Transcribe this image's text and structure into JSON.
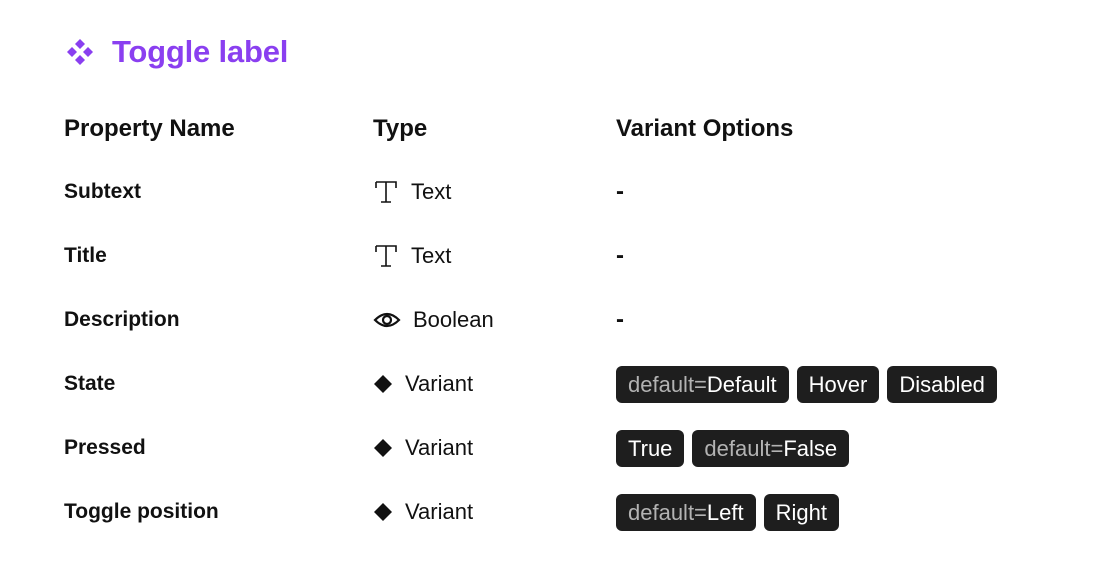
{
  "header": {
    "title": "Toggle label",
    "icon": "component-icon",
    "accent_color": "#8a3ff0"
  },
  "table": {
    "columns": [
      "Property Name",
      "Type",
      "Variant Options"
    ],
    "rows": [
      {
        "name": "Subtext",
        "type_icon": "text-type-icon",
        "type": "Text",
        "options_text": "-"
      },
      {
        "name": "Title",
        "type_icon": "text-type-icon",
        "type": "Text",
        "options_text": "-"
      },
      {
        "name": "Description",
        "type_icon": "eye-icon",
        "type": "Boolean",
        "options_text": "-"
      },
      {
        "name": "State",
        "type_icon": "diamond-icon",
        "type": "Variant",
        "options": [
          {
            "prefix": "default=",
            "label": "Default"
          },
          {
            "prefix": "",
            "label": "Hover"
          },
          {
            "prefix": "",
            "label": "Disabled"
          }
        ]
      },
      {
        "name": "Pressed",
        "type_icon": "diamond-icon",
        "type": "Variant",
        "options": [
          {
            "prefix": "",
            "label": "True"
          },
          {
            "prefix": "default=",
            "label": "False"
          }
        ]
      },
      {
        "name": "Toggle position",
        "type_icon": "diamond-icon",
        "type": "Variant",
        "options": [
          {
            "prefix": "default=",
            "label": "Left"
          },
          {
            "prefix": "",
            "label": "Right"
          }
        ]
      }
    ]
  },
  "chip_color": "#1e1e1e"
}
